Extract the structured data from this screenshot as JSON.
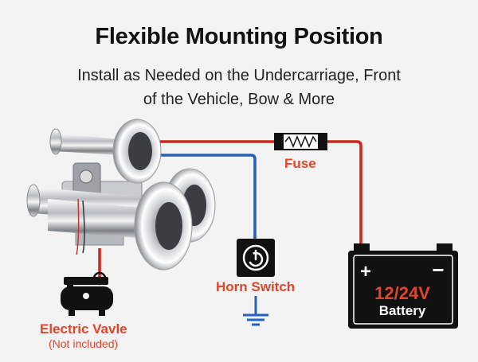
{
  "title": "Flexible Mounting Position",
  "subtitle_line1": "Install as Needed on the Undercarriage, Front",
  "subtitle_line2": "of the Vehicle, Bow & More",
  "labels": {
    "fuse": "Fuse",
    "horn_switch": "Horn Switch",
    "electric_valve": "Electric Vavle",
    "electric_valve_note": "(Not included)"
  },
  "battery": {
    "voltage": "12/24V",
    "name": "Battery",
    "plus": "+",
    "minus": "−"
  },
  "colors": {
    "red_wire": "#d0261c",
    "blue_wire": "#2461b8",
    "accent_text": "#e0452a",
    "background": "#f3f3f3"
  },
  "icons": {
    "horn": "chrome-air-horn-icon",
    "fuse": "fuse-icon",
    "switch": "power-button-icon",
    "ground": "ground-icon",
    "compressor": "air-compressor-icon",
    "battery": "battery-icon"
  }
}
